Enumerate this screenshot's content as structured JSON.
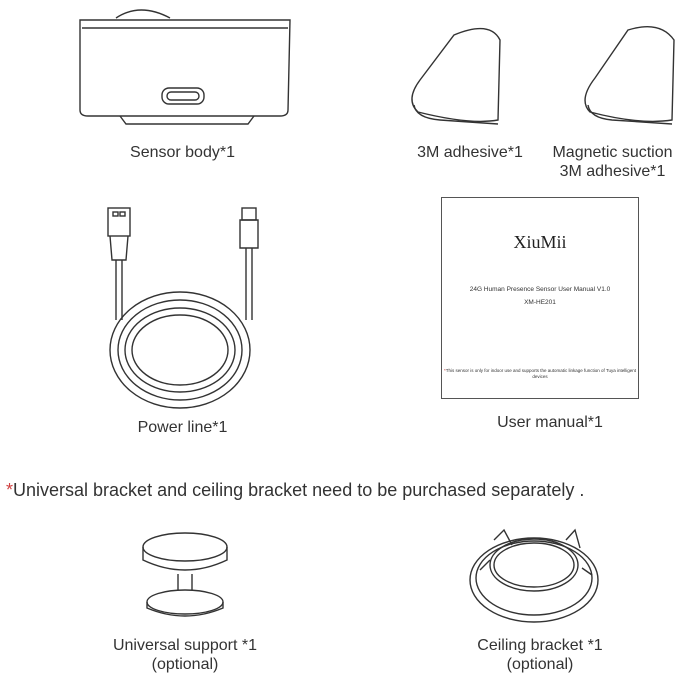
{
  "items": [
    {
      "label": "Sensor body*1"
    },
    {
      "label": "3M adhesive*1"
    },
    {
      "label": "Magnetic suction 3M adhesive*1"
    },
    {
      "label": "Power line*1"
    },
    {
      "label": "User manual*1"
    },
    {
      "label": "Universal support *1",
      "sub": "(optional)"
    },
    {
      "label": "Ceiling bracket *1",
      "sub": "(optional)"
    }
  ],
  "manual": {
    "brand": "XiuMii",
    "title": "24G Human Presence Sensor User Manual V1.0",
    "model": "XM-HE201",
    "note_mark": "*",
    "note": "This sensor is only for indoor use and supports the automatic linkage function of Tuya intelligent devices"
  },
  "notice": {
    "mark": "*",
    "text": "Universal bracket and ceiling bracket need to be purchased separately .",
    "mark_color": "#d04040"
  }
}
